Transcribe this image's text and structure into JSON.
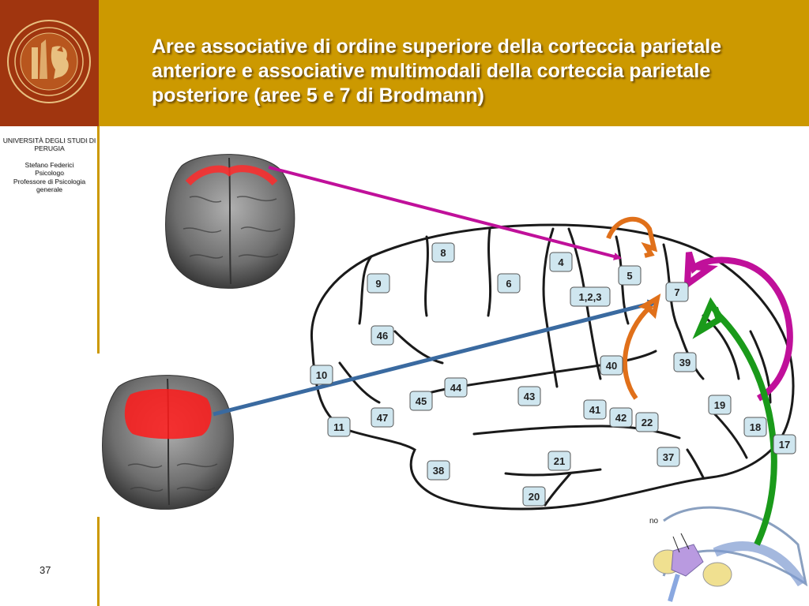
{
  "header": {
    "title": "Aree associative di ordine superiore della corteccia parietale anteriore e associative multimodali della corteccia parietale posteriore (aree 5 e 7 di Brodmann)"
  },
  "sidebar": {
    "university": "UNIVERSITÀ DEGLI STUDI DI PERUGIA",
    "author_name": "Stefano Federici",
    "author_role": "Psicologo",
    "author_title": "Professore di Psicologia generale"
  },
  "footer": {
    "page_number": "37"
  },
  "diagram": {
    "brodmann_areas": [
      "8",
      "4",
      "9",
      "6",
      "5",
      "1,2,3",
      "7",
      "46",
      "10",
      "39",
      "40",
      "44",
      "45",
      "43",
      "41",
      "42",
      "22",
      "47",
      "11",
      "19",
      "18",
      "17",
      "37",
      "21",
      "38",
      "20"
    ],
    "partial_label": "no"
  },
  "colors": {
    "logo_bg": "#a0350f",
    "title_band": "#cc9900",
    "arrow_magenta": "#c0109a",
    "arrow_blue": "#3a6aa0",
    "arrow_orange": "#e0701a",
    "arrow_green": "#1a9a1a",
    "label_box": "#cfe6ef"
  }
}
